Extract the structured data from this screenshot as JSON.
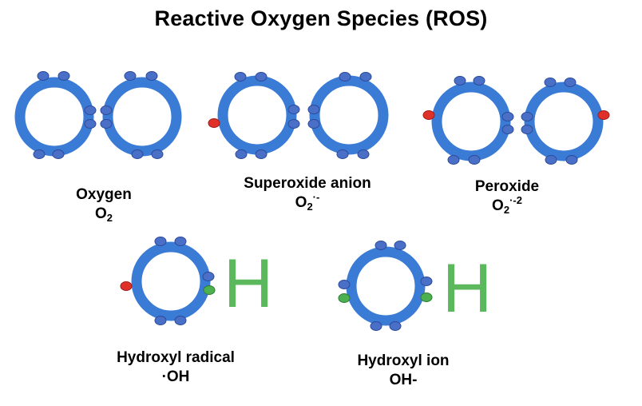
{
  "title": "Reactive Oxygen Species (ROS)",
  "colors": {
    "ring": "#3a7bd5",
    "electron": "#4a6fc7",
    "electron_stroke": "#2c4a9a",
    "unpaired_electron": "#e0302a",
    "hydrogen_electron": "#4caf50",
    "hydrogen_letter": "#5cb85c"
  },
  "species": [
    {
      "name": "Oxygen",
      "formula_base": "O",
      "formula_sub": "2",
      "formula_sup": ""
    },
    {
      "name": "Superoxide anion",
      "formula_base": "O",
      "formula_sub": "2",
      "formula_sup": "·-"
    },
    {
      "name": "Peroxide",
      "formula_base": "O",
      "formula_sub": "2",
      "formula_sup": "·-2"
    },
    {
      "name": "Hydroxyl radical",
      "formula_pre": "·",
      "formula_base": "OH"
    },
    {
      "name": "Hydroxyl ion",
      "formula_base": "OH-"
    }
  ],
  "hydrogen_symbol": "H"
}
